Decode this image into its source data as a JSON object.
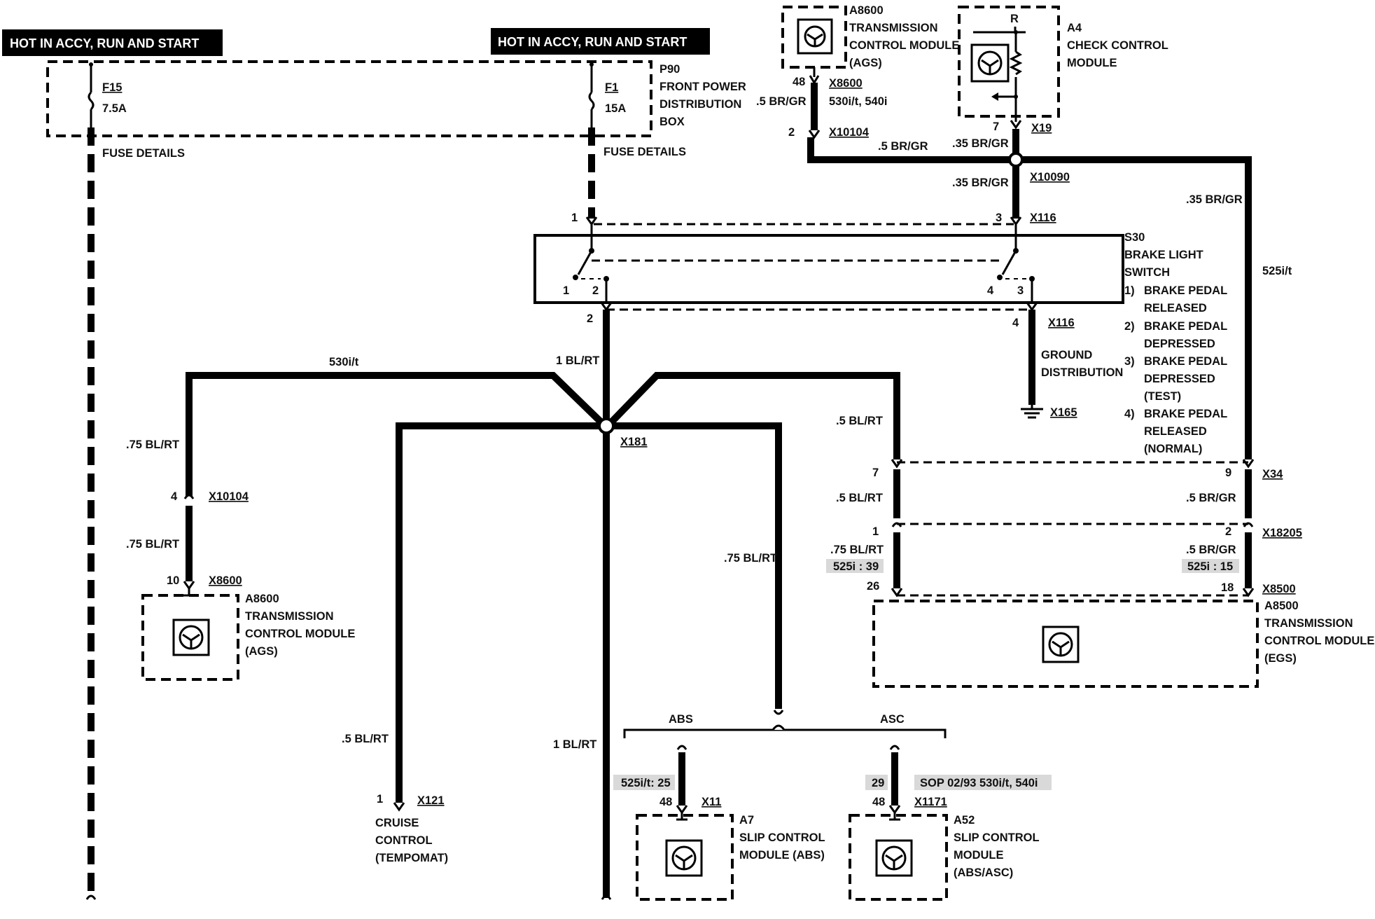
{
  "banners": {
    "left": "HOT IN ACCY, RUN AND START",
    "right": "HOT IN ACCY, RUN AND START"
  },
  "fusebox": {
    "id": "P90",
    "name": [
      "FRONT POWER",
      "DISTRIBUTION",
      "BOX"
    ],
    "f15_id": "F15",
    "f15_rating": "7.5A",
    "f1_id": "F1",
    "f1_rating": "15A",
    "fuse_details_left": "FUSE DETAILS",
    "fuse_details_right": "FUSE DETAILS"
  },
  "top_ags": {
    "id": "A8600",
    "name": [
      "TRANSMISSION",
      "CONTROL MODULE",
      "(AGS)"
    ],
    "pin": "48",
    "connector": "X8600",
    "connector_note": "530i/t, 540i",
    "wire": ".5 BR/GR",
    "splice_pin": "2",
    "splice": "X10104",
    "run_wire": ".5 BR/GR"
  },
  "check_control": {
    "id": "A4",
    "name": [
      "CHECK CONTROL",
      "MODULE"
    ],
    "r_label": "R",
    "pin": "7",
    "connector": "X19",
    "wire": ".35 BR/GR"
  },
  "splice_x10090": {
    "id": "X10090",
    "wire_below": ".35 BR/GR",
    "right_wire": ".35 BR/GR",
    "right_note": "525i/t"
  },
  "brake_switch": {
    "id": "S30",
    "name": [
      "BRAKE LIGHT",
      "SWITCH"
    ],
    "notes": [
      {
        "num": "1)",
        "lines": [
          "BRAKE PEDAL",
          "RELEASED"
        ]
      },
      {
        "num": "2)",
        "lines": [
          "BRAKE PEDAL",
          "DEPRESSED"
        ]
      },
      {
        "num": "3)",
        "lines": [
          "BRAKE PEDAL",
          "DEPRESSED",
          "(TEST)"
        ]
      },
      {
        "num": "4)",
        "lines": [
          "BRAKE PEDAL",
          "RELEASED",
          "(NORMAL)"
        ]
      }
    ],
    "top_pin_left": "1",
    "top_pin_right": "3",
    "top_connector": "X116",
    "inner_left_1": "1",
    "inner_left_2": "2",
    "inner_right_4": "4",
    "inner_right_3": "3",
    "bottom_pin_left": "2",
    "bottom_pin_right": "4",
    "bottom_connector": "X116",
    "ground_label": [
      "GROUND",
      "DISTRIBUTION"
    ],
    "ground_id": "X165"
  },
  "splice_x181": {
    "id": "X181",
    "main_wire": "1 BL/RT",
    "left_wire": "530i/t",
    "lower_main_wire": "1 BL/RT"
  },
  "left_ags": {
    "wire_top": ".75 BL/RT",
    "pin_splice": "4",
    "splice": "X10104",
    "wire_mid": ".75 BL/RT",
    "pin": "10",
    "connector": "X8600",
    "id": "A8600",
    "name": [
      "TRANSMISSION",
      "CONTROL MODULE",
      "(AGS)"
    ]
  },
  "cruise": {
    "wire": ".5 BL/RT",
    "pin": "1",
    "connector": "X121",
    "name": [
      "CRUISE",
      "CONTROL",
      "(TEMPOMAT)"
    ]
  },
  "slip": {
    "wire": ".75 BL/RT",
    "abs_label": "ABS",
    "asc_label": "ASC",
    "abs_note": "525i/t: 25",
    "abs_pin": "48",
    "abs_connector": "X11",
    "abs_id": "A7",
    "abs_name": [
      "SLIP CONTROL",
      "MODULE (ABS)"
    ],
    "asc_note_pin": "29",
    "asc_note": "SOP 02/93 530i/t, 540i",
    "asc_pin": "48",
    "asc_connector": "X1171",
    "asc_id": "A52",
    "asc_name": [
      "SLIP CONTROL",
      "MODULE",
      "(ABS/ASC)"
    ]
  },
  "egs": {
    "wire_a": ".5 BL/RT",
    "pin_7": "7",
    "pin_9": "9",
    "connector_x34": "X34",
    "wire_b": ".5 BL/RT",
    "wire_b_right": ".5 BR/GR",
    "pin_1": "1",
    "pin_2": "2",
    "connector_x18205": "X18205",
    "wire_c": ".75 BL/RT",
    "wire_c_right": ".5 BR/GR",
    "note_left": "525i : 39",
    "note_right": "525i : 15",
    "pin_26": "26",
    "pin_18": "18",
    "connector": "X8500",
    "id": "A8500",
    "name": [
      "TRANSMISSION",
      "CONTROL MODULE",
      "(EGS)"
    ]
  }
}
